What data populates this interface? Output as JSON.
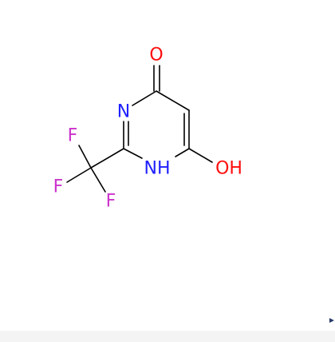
{
  "molecule": {
    "atoms": {
      "O_top": "O",
      "N_ring": "N",
      "NH_ring": "NH",
      "OH": "OH",
      "F1": "F",
      "F2": "F",
      "F3": "F"
    }
  },
  "colors": {
    "oxygen": "#ff0d0d",
    "nitrogen": "#2020ff",
    "fluorine": "#cc33cc",
    "bond": "#000000"
  }
}
